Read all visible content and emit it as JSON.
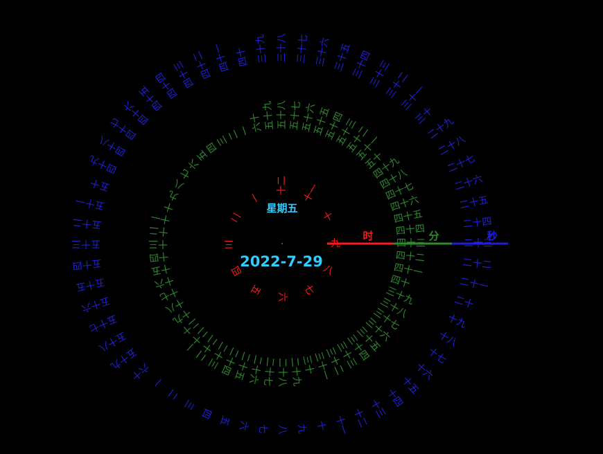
{
  "clock": {
    "weekday": "星期五",
    "date": "2022-7-29",
    "labels": {
      "hour": "时",
      "minute": "分",
      "second": "秒"
    },
    "current": {
      "hour": "九",
      "minute": "四十三",
      "second": "二十三"
    },
    "rings": {
      "hour": {
        "color": "#ff1a1a",
        "count": 12,
        "labels": [
          "一",
          "二",
          "三",
          "四",
          "五",
          "六",
          "七",
          "八",
          "九",
          "十",
          "十一",
          "十二"
        ]
      },
      "minute": {
        "color": "#2e8b2e",
        "count": 60,
        "labels": [
          "一",
          "二",
          "三",
          "四",
          "五",
          "六",
          "七",
          "八",
          "九",
          "十",
          "十一",
          "十二",
          "十三",
          "十四",
          "十五",
          "十六",
          "十七",
          "十八",
          "十九",
          "二十",
          "二十一",
          "二十二",
          "二十三",
          "二十四",
          "二十五",
          "二十六",
          "二十七",
          "二十八",
          "二十九",
          "三十",
          "三十一",
          "三十二",
          "三十三",
          "三十四",
          "三十五",
          "三十六",
          "三十七",
          "三十八",
          "三十九",
          "四十",
          "四十一",
          "四十二",
          "四十三",
          "四十四",
          "四十五",
          "四十六",
          "四十七",
          "四十八",
          "四十九",
          "五十",
          "五十一",
          "五十二",
          "五十三",
          "五十四",
          "五十五",
          "五十六",
          "五十七",
          "五十八",
          "五十九",
          "六十"
        ]
      },
      "second": {
        "color": "#2020d8",
        "count": 60,
        "labels": [
          "一",
          "二",
          "三",
          "四",
          "五",
          "六",
          "七",
          "八",
          "九",
          "十",
          "十一",
          "十二",
          "十三",
          "十四",
          "十五",
          "十六",
          "十七",
          "十八",
          "十九",
          "二十",
          "二十一",
          "二十二",
          "二十三",
          "二十四",
          "二十五",
          "二十六",
          "二十七",
          "二十八",
          "二十九",
          "三十",
          "三十一",
          "三十二",
          "三十三",
          "三十四",
          "三十五",
          "三十六",
          "三十七",
          "三十八",
          "三十九",
          "四十",
          "四十一",
          "四十二",
          "四十三",
          "四十四",
          "四十五",
          "四十六",
          "四十七",
          "四十八",
          "四十九",
          "五十",
          "五十一",
          "五十二",
          "五十三",
          "五十四",
          "五十五",
          "五十六",
          "五十七",
          "五十八",
          "五十九",
          "六十"
        ]
      }
    },
    "colors": {
      "background": "#000000",
      "hour": "#ff1a1a",
      "minute": "#2e8b2e",
      "second": "#2020d8",
      "center_text": "#33ccff"
    },
    "hand_rotation_deg": 0
  }
}
